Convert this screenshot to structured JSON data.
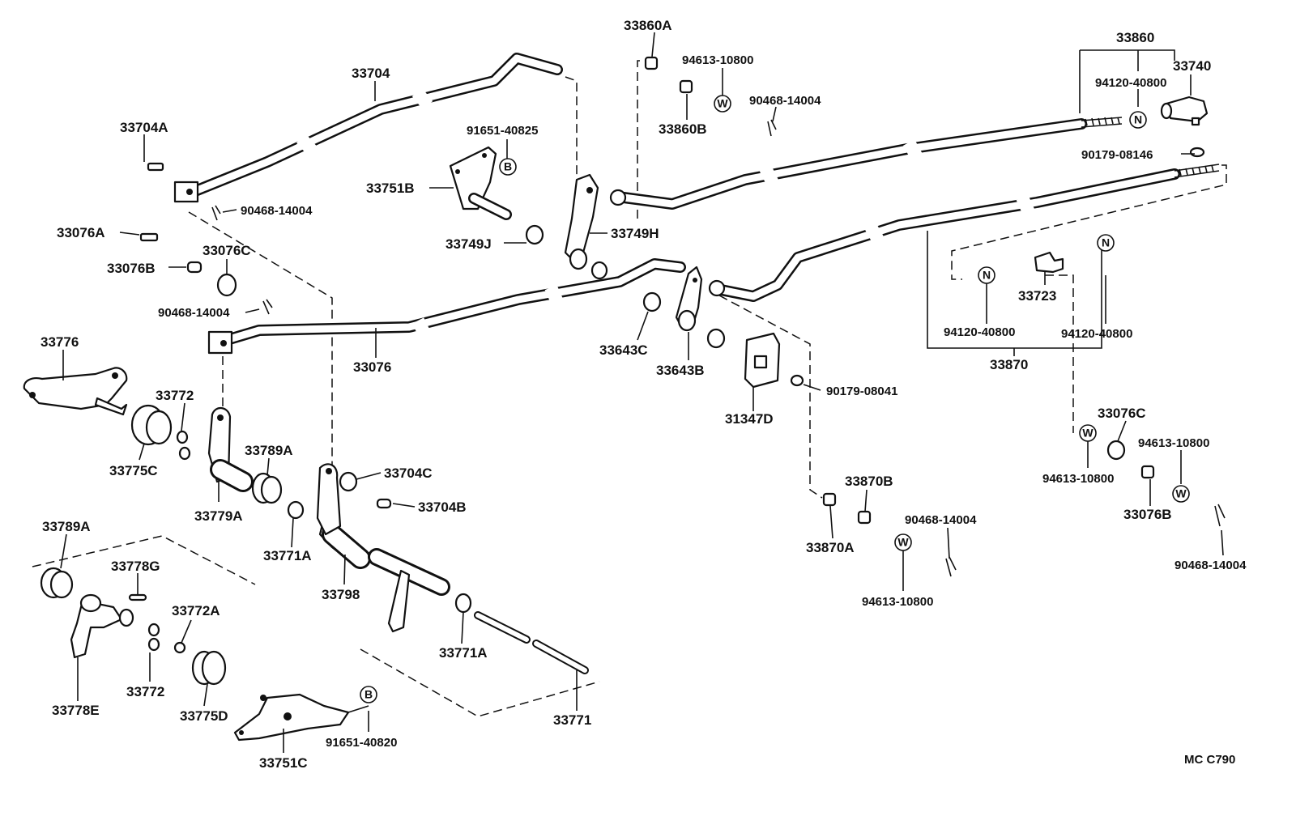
{
  "diagram": {
    "code": "MC  C790",
    "part_labels": {
      "p_33704": "33704",
      "p_33704A": "33704A",
      "p_90468_14004_a": "90468-14004",
      "p_33076A": "33076A",
      "p_33076B": "33076B",
      "p_33076C": "33076C",
      "p_90468_14004_b": "90468-14004",
      "p_33076": "33076",
      "p_33776": "33776",
      "p_33772": "33772",
      "p_33775C": "33775C",
      "p_33779A": "33779A",
      "p_33789A": "33789A",
      "p_33704C": "33704C",
      "p_33704B": "33704B",
      "p_33771A_a": "33771A",
      "p_33798": "33798",
      "p_33771A_b": "33771A",
      "p_33771": "33771",
      "p_33789A_b": "33789A",
      "p_33778G": "33778G",
      "p_33772A": "33772A",
      "p_33772_b": "33772",
      "p_33778E": "33778E",
      "p_33775D": "33775D",
      "p_33751C": "33751C",
      "p_91651_40820": "91651-40820",
      "p_91651_40825": "91651-40825",
      "p_33751B": "33751B",
      "p_33749J": "33749J",
      "p_33749H": "33749H",
      "p_33860A": "33860A",
      "p_94613_10800_a": "94613-10800",
      "p_33860B": "33860B",
      "p_90468_14004_c": "90468-14004",
      "p_33860": "33860",
      "p_33740": "33740",
      "p_94120_40800_a": "94120-40800",
      "p_90179_08146": "90179-08146",
      "p_33643C": "33643C",
      "p_33643B": "33643B",
      "p_31347D": "31347D",
      "p_90179_08041": "90179-08041",
      "p_33723": "33723",
      "p_94120_40800_b": "94120-40800",
      "p_94120_40800_c": "94120-40800",
      "p_33870": "33870",
      "p_33076C_b": "33076C",
      "p_94613_10800_b": "94613-10800",
      "p_94613_10800_c": "94613-10800",
      "p_33076B_b": "33076B",
      "p_90468_14004_d": "90468-14004",
      "p_33870B": "33870B",
      "p_33870A": "33870A",
      "p_90468_14004_e": "90468-14004",
      "p_94613_10800_d": "94613-10800"
    },
    "symbols": {
      "b": "B",
      "w": "W",
      "n": "N"
    }
  }
}
